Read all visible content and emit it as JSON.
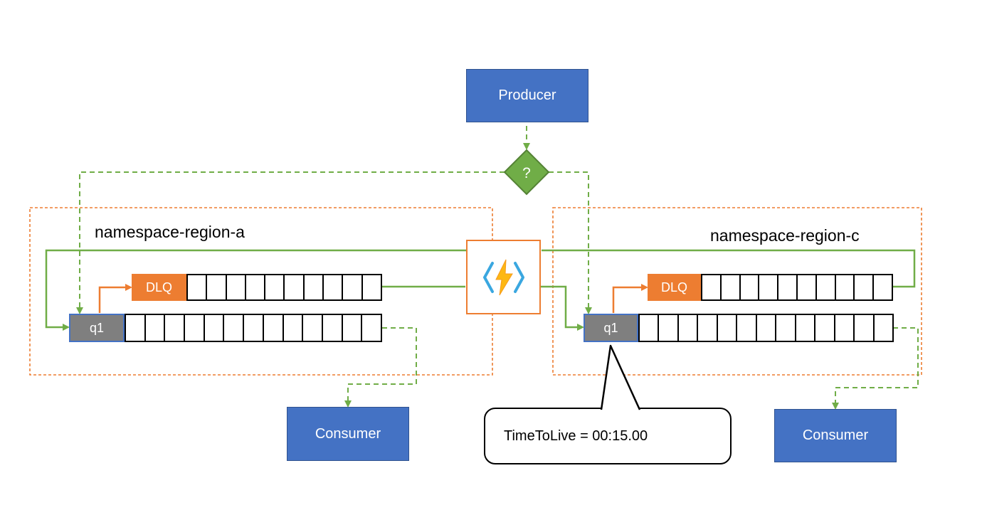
{
  "producer": {
    "label": "Producer"
  },
  "router": {
    "label": "?"
  },
  "regions": {
    "a": {
      "label": "namespace-region-a",
      "dlq_label": "DLQ",
      "queue_label": "q1",
      "dlq_cells": 10,
      "queue_cells": 13
    },
    "c": {
      "label": "namespace-region-c",
      "dlq_label": "DLQ",
      "queue_label": "q1",
      "dlq_cells": 10,
      "queue_cells": 13
    }
  },
  "function_box": {
    "icon": "function-lightning-icon"
  },
  "consumers": {
    "a": {
      "label": "Consumer"
    },
    "c": {
      "label": "Consumer"
    }
  },
  "callout": {
    "text": "TimeToLive = 00:15.00"
  },
  "colors": {
    "box_blue": "#4472c4",
    "box_blue_border": "#2f528f",
    "green": "#70ad47",
    "green_dark": "#548235",
    "orange": "#ed7d31",
    "gray": "#7f7f7f",
    "cell_border": "#000000",
    "bolt_yellow": "#fdb813",
    "bracket_blue": "#3aa7e0"
  }
}
